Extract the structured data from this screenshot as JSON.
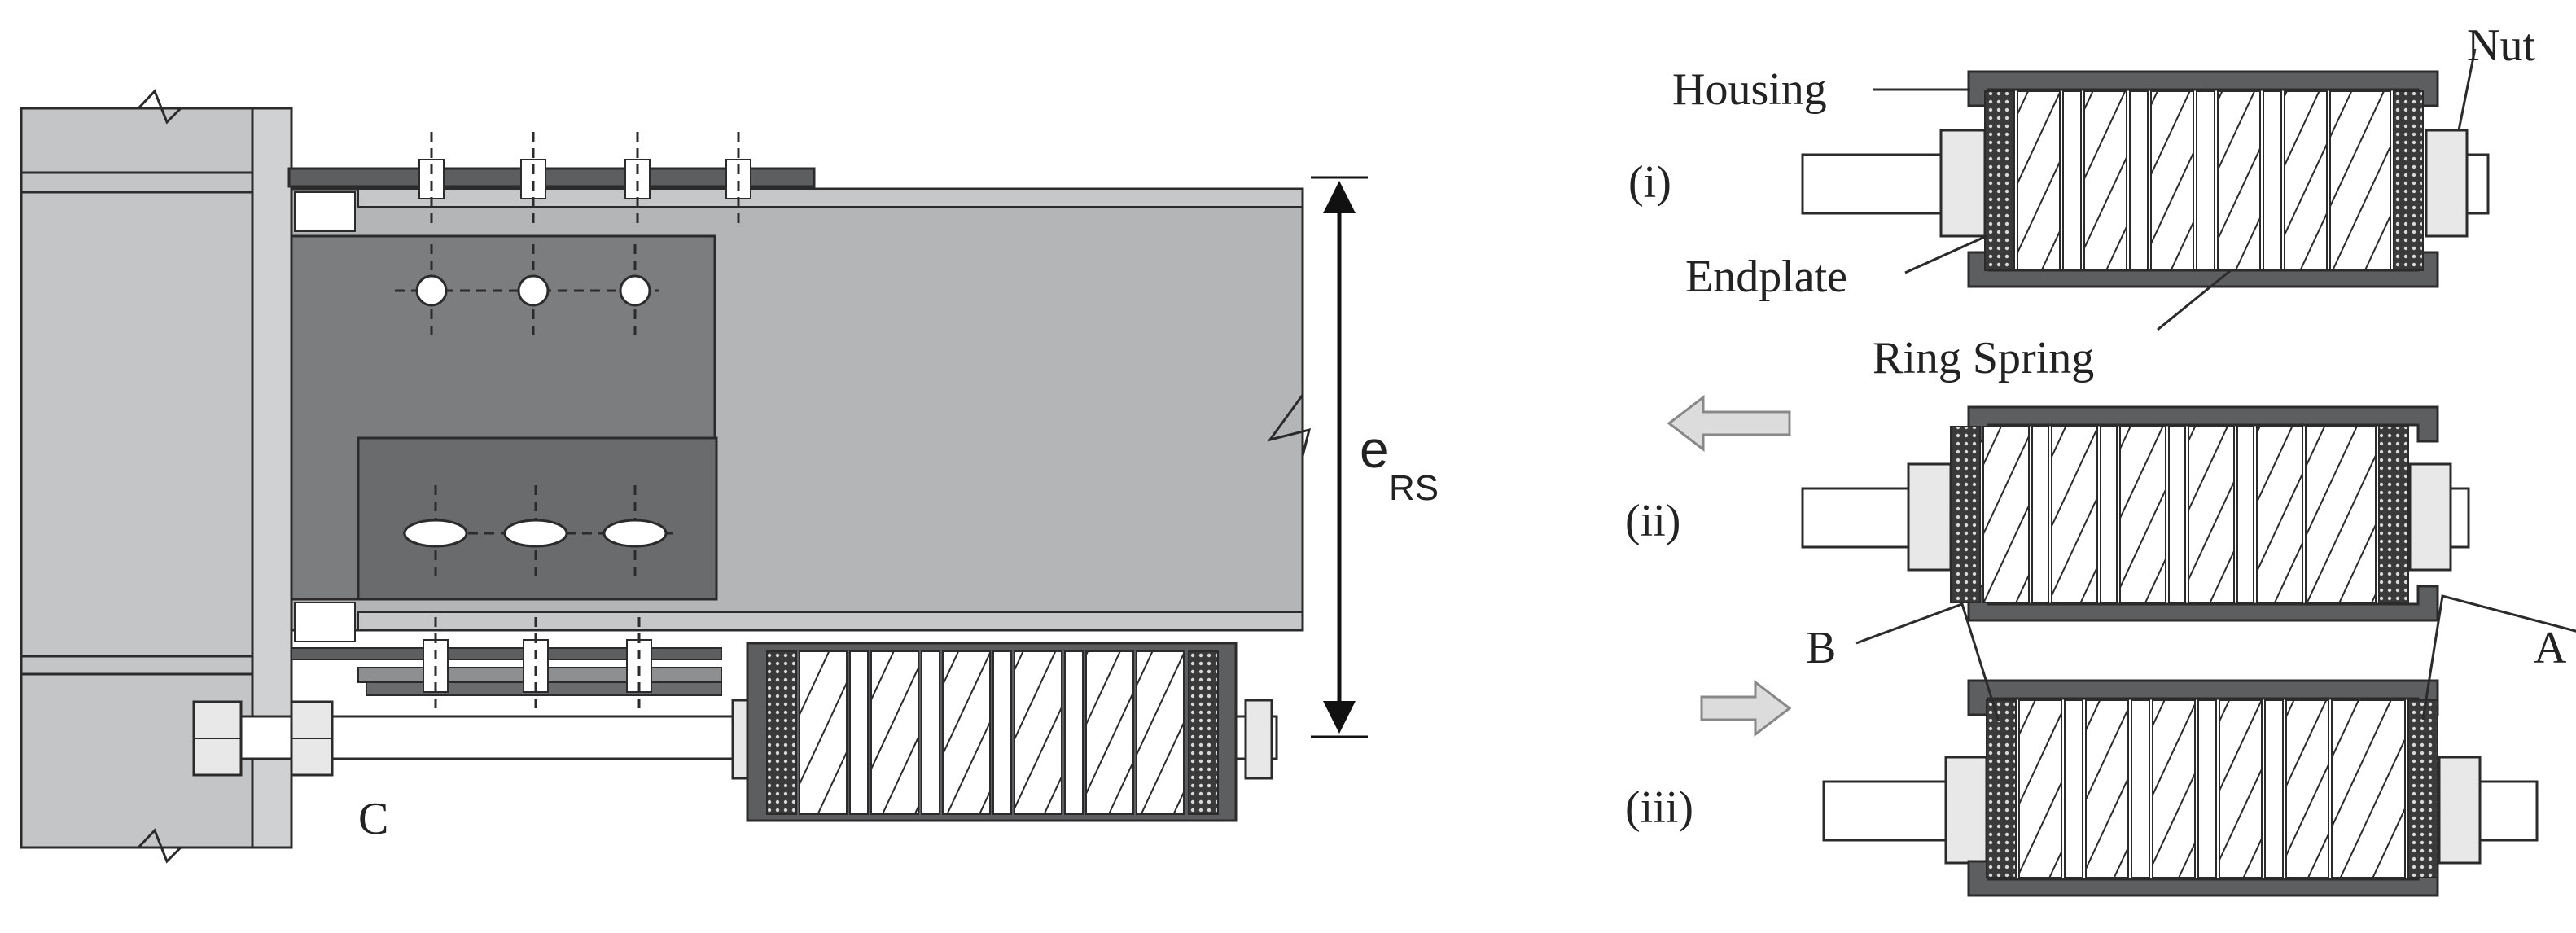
{
  "labels": {
    "housing": "Housing",
    "nut": "Nut",
    "endplate": "Endplate",
    "ring_spring": "Ring Spring",
    "state_i": "(i)",
    "state_ii": "(ii)",
    "state_iii": "(iii)",
    "point_a": "A",
    "point_b": "B",
    "point_c": "C",
    "dim_e": "e",
    "dim_e_sub": "RS"
  },
  "colors": {
    "column": "#c4c5c6",
    "beam": "#b4b5b7",
    "plate_dark": "#7c7d7f",
    "plate_darker": "#6a6b6d",
    "housing": "#5d5e60",
    "outline": "#2b2b2b",
    "arrow_fill": "#dcdcdc"
  },
  "arrows": {
    "left_arrow_icon": "hollow-arrow-left",
    "right_arrow_icon": "hollow-arrow-right"
  }
}
